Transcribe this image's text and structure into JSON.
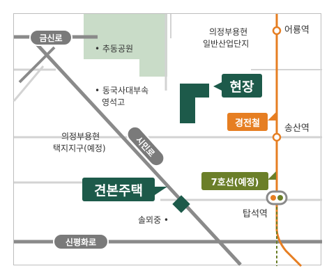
{
  "colors": {
    "park": "#c9dcc8",
    "road": "#8a8a8a",
    "road_light": "#cfcfcf",
    "brand_green": "#1d5a4a",
    "line_orange": "#e67e22",
    "line7_green": "#6b7f29",
    "road_label": "#7a7a7a"
  },
  "roads": {
    "geumsin": "금신로",
    "simin": "시민로",
    "sinpyeonghwa": "신평화로"
  },
  "places": {
    "chudong_park": "• 추동공원",
    "dongguk_school_line1": "• 동국사대부속",
    "dongguk_school_line2": "영석고",
    "industrial_line1": "의정부용현",
    "industrial_line2": "일반산업단지",
    "housing_line1": "의정부용현",
    "housing_line2": "택지지구(예정)",
    "solmoe_school": "솔뫼중 •"
  },
  "stations": {
    "eoryong": "어룡역",
    "songsan": "송산역",
    "tapseok": "탑석역"
  },
  "callouts": {
    "site": "현장",
    "gyeonbon": "견본주택",
    "gyeongjeon": "경전철",
    "line7": "7호선(예정)"
  }
}
